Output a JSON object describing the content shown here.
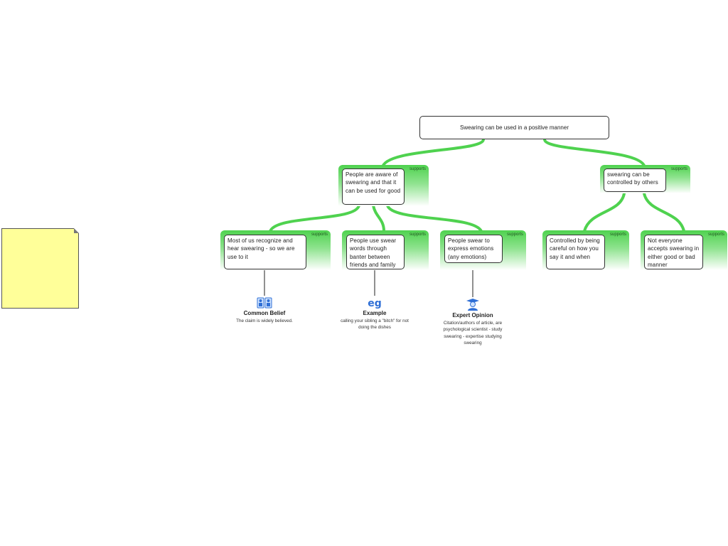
{
  "colors": {
    "accent_green": "#4fd24f",
    "sticky_yellow": "#ffff99"
  },
  "sticky_note": {
    "text": ""
  },
  "claim": {
    "text": "Swearing can be used in a positive manner"
  },
  "reasons": [
    {
      "text": "People are aware of swearing and that it can be used for good",
      "tag": "supports"
    },
    {
      "text": "swearing can be controlled by others",
      "tag": "supports"
    }
  ],
  "sub_reasons": [
    {
      "text": "Most of us recognize and hear swearing - so we are use to it",
      "tag": "supports"
    },
    {
      "text": "People use swear words through banter between friends and family",
      "tag": "supports"
    },
    {
      "text": "People swear to express emotions (any emotions)",
      "tag": "supports"
    },
    {
      "text": "Controlled by being careful on how you say it and when",
      "tag": "supports"
    },
    {
      "text": "Not everyone accepts swearing in either good or bad manner",
      "tag": "supports"
    }
  ],
  "evidence": [
    {
      "icon": "common-belief-icon",
      "title": "Common Belief",
      "text": "The claim is widely believed."
    },
    {
      "icon": "example-eg-icon",
      "title": "Example",
      "text": "calling your sibling a \"bitch\" for not doing the dishes"
    },
    {
      "icon": "expert-person-icon",
      "title": "Expert Opinion",
      "text": "Citation/authors of article, are psychological scientist - study swearing - expertise studying swearing"
    }
  ]
}
